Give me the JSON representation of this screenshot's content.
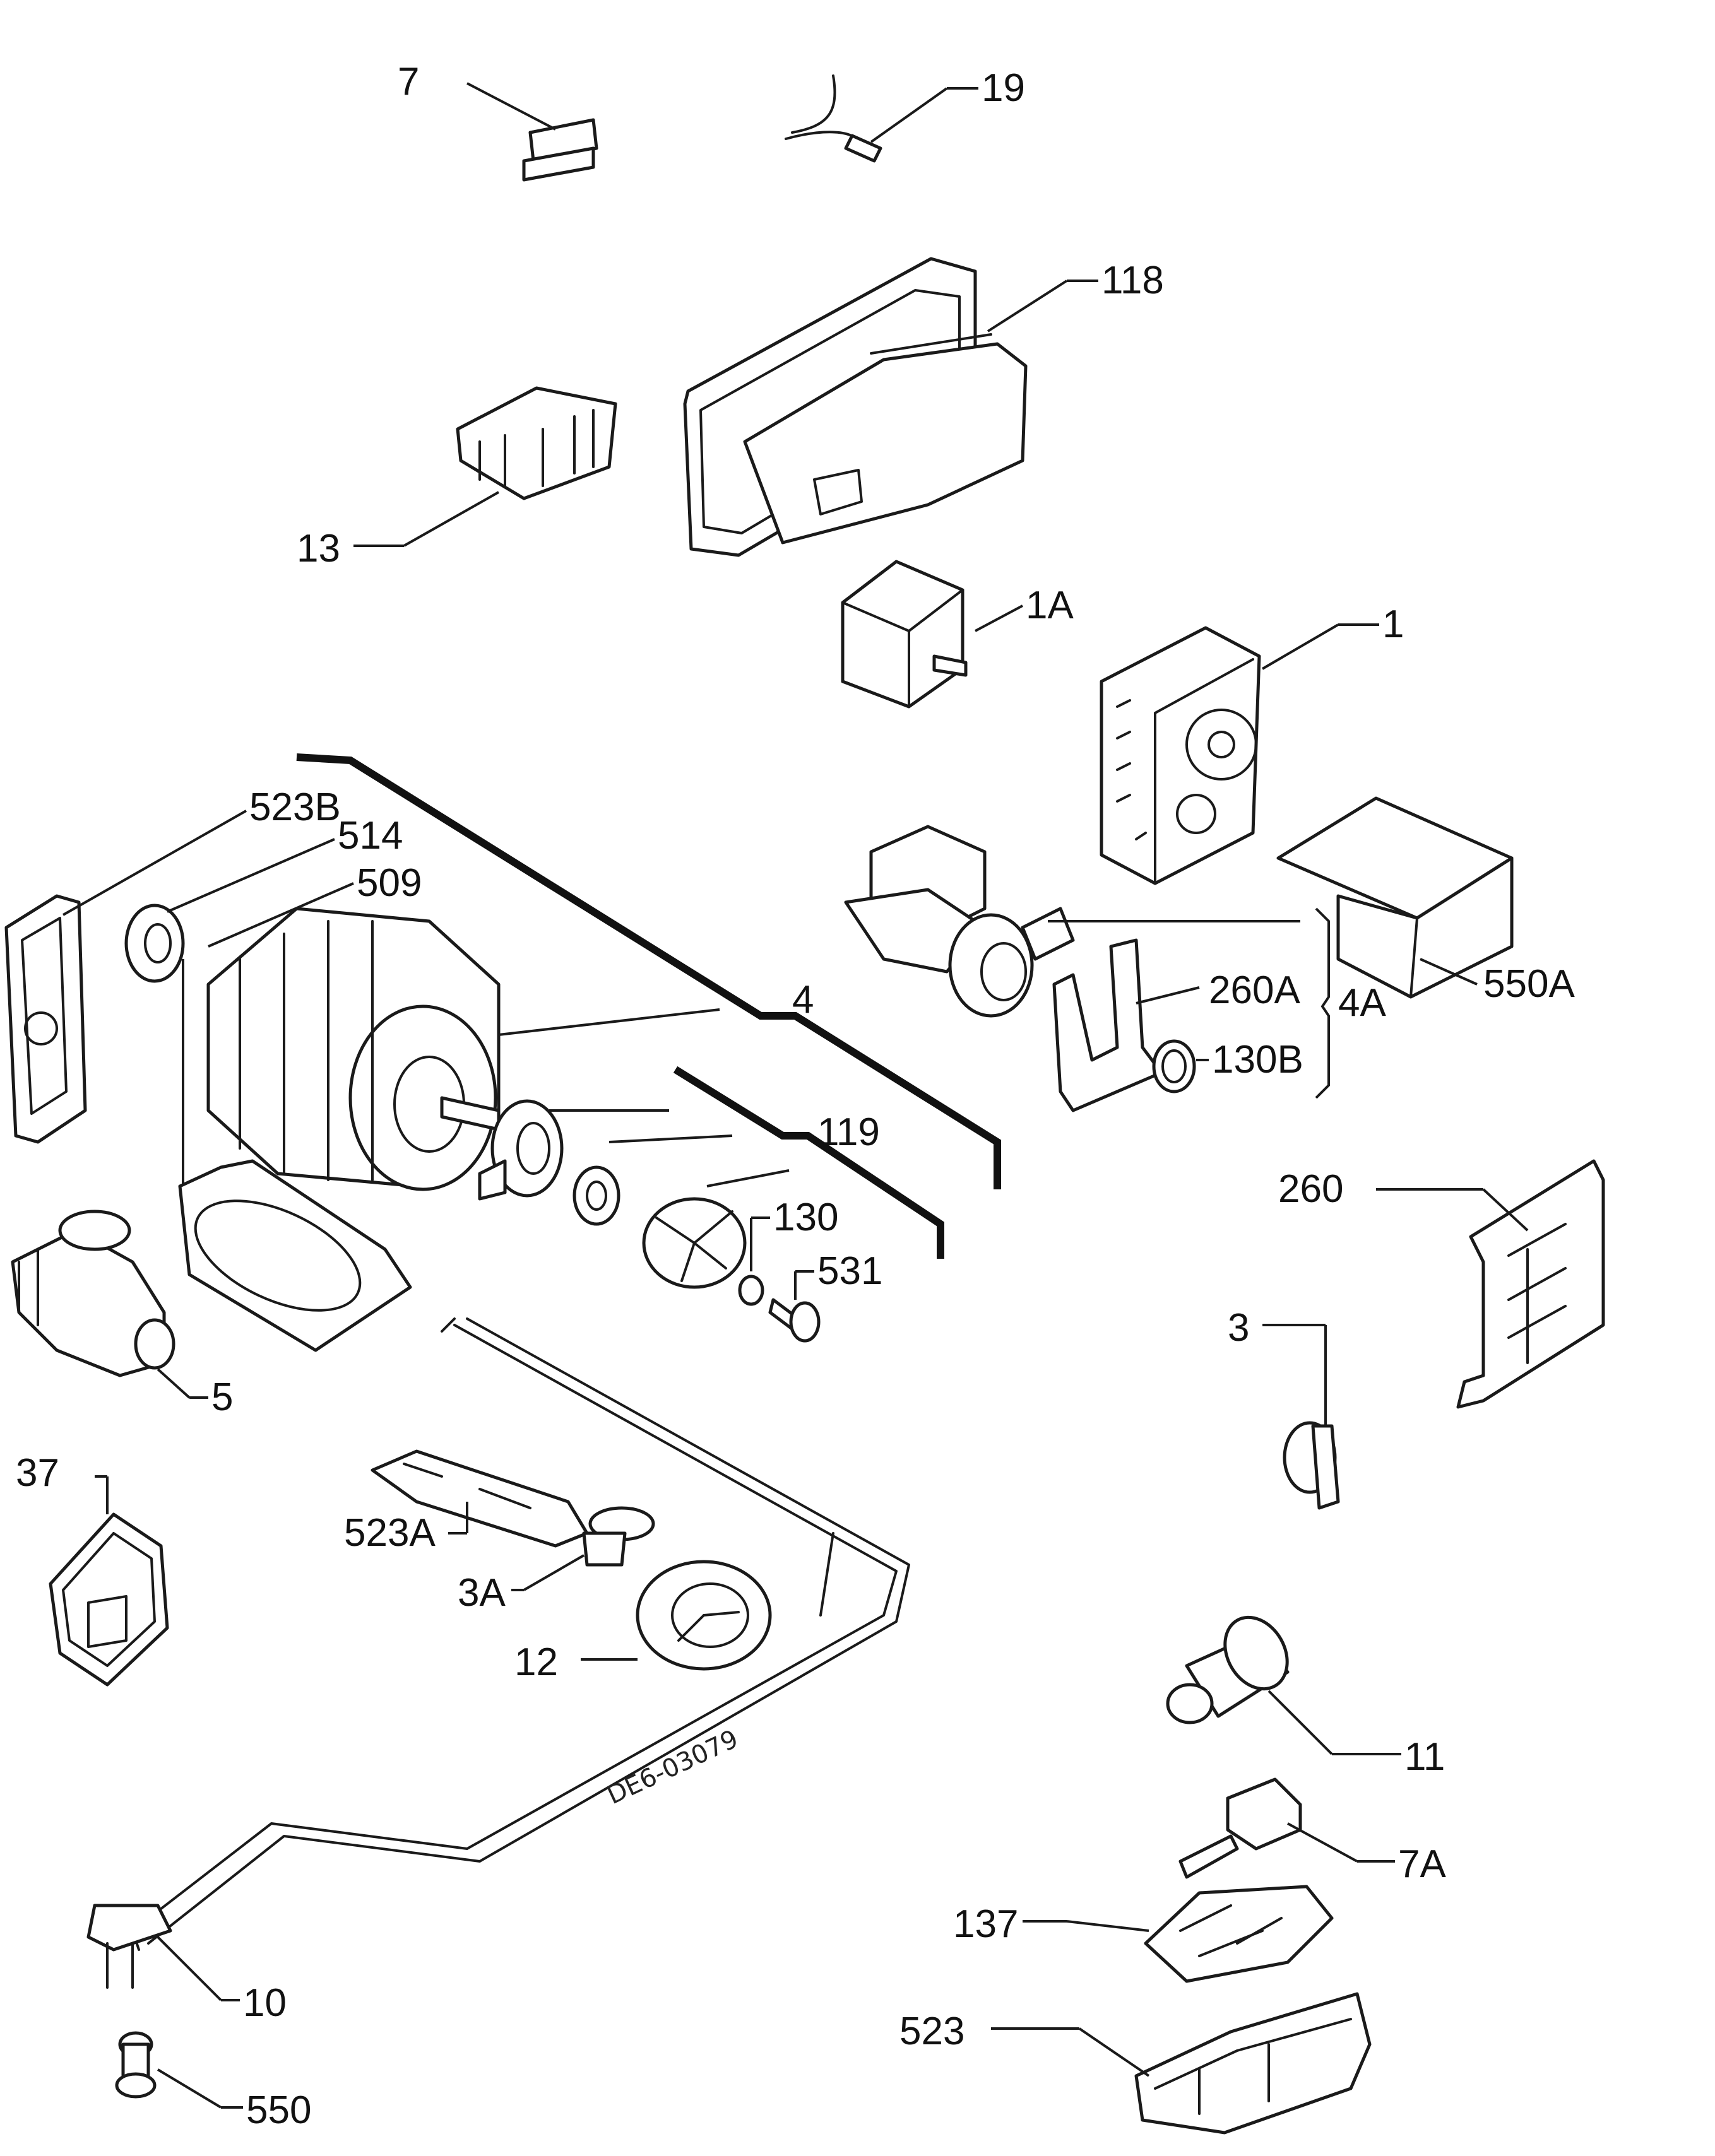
{
  "diagram": {
    "reference_code": "DE6-03079",
    "labels": {
      "p7": "7",
      "p19": "19",
      "p118": "118",
      "p13": "13",
      "p1A": "1A",
      "p1": "1",
      "p523B": "523B",
      "p514": "514",
      "p509": "509",
      "p4": "4",
      "p260A": "260A",
      "p4A": "4A",
      "p550A": "550A",
      "p130B": "130B",
      "p119": "119",
      "p130": "130",
      "p531": "531",
      "p260": "260",
      "p5": "5",
      "p3": "3",
      "p37": "37",
      "p523A": "523A",
      "p3A": "3A",
      "p12": "12",
      "p11": "11",
      "p7A": "7A",
      "p137": "137",
      "p10": "10",
      "p523": "523",
      "p550": "550"
    }
  }
}
